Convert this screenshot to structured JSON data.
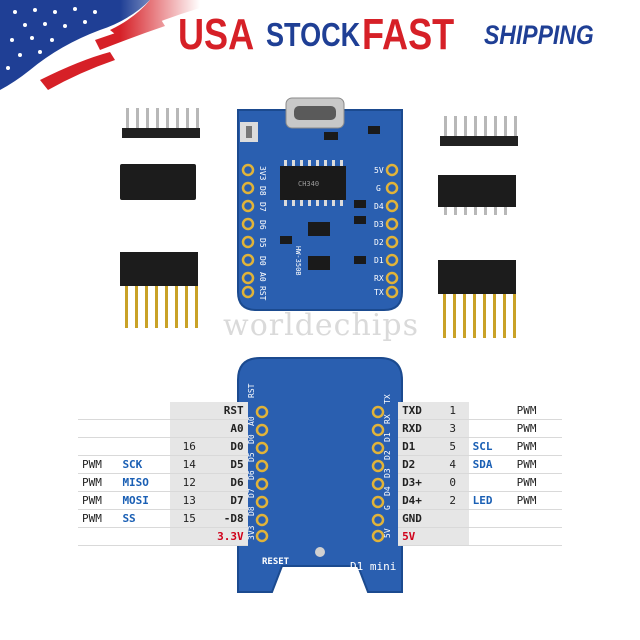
{
  "banner": {
    "word_usa": "USA",
    "word_stock": "STOCK",
    "word_fast": "FAST",
    "word_shipping": "SHIPPING",
    "colors": {
      "red": "#d62027",
      "blue": "#1f3f95"
    }
  },
  "watermark": "worldechips",
  "board_top": {
    "chip_label": "CH340",
    "silk_label": "HW-350B",
    "left_pins": [
      "3V3",
      "D8",
      "D7",
      "D6",
      "D5",
      "D0",
      "A0",
      "RST"
    ],
    "right_pins": [
      "5V",
      "G",
      "D4",
      "D3",
      "D2",
      "D1",
      "RX",
      "TX"
    ]
  },
  "board_bottom": {
    "reset_label": "RESET",
    "model_label": "D1 mini",
    "left_pins": [
      "RST",
      "A0",
      "D0",
      "D5",
      "D6",
      "D7",
      "D8",
      "3V3"
    ],
    "right_pins": [
      "TX",
      "RX",
      "D1",
      "D2",
      "D3",
      "D4",
      "G",
      "5V"
    ]
  },
  "pin_table": {
    "left": [
      {
        "pwm": "",
        "func": "",
        "num": "",
        "name": "RST"
      },
      {
        "pwm": "",
        "func": "",
        "num": "",
        "name": "A0"
      },
      {
        "pwm": "",
        "func": "",
        "num": "16",
        "name": "D0"
      },
      {
        "pwm": "PWM",
        "func": "SCK",
        "num": "14",
        "name": "D5"
      },
      {
        "pwm": "PWM",
        "func": "MISO",
        "num": "12",
        "name": "D6"
      },
      {
        "pwm": "PWM",
        "func": "MOSI",
        "num": "13",
        "name": "D7"
      },
      {
        "pwm": "PWM",
        "func": "SS",
        "num": "15",
        "name": "-D8"
      },
      {
        "pwm": "",
        "func": "",
        "num": "",
        "name": "3.3V"
      }
    ],
    "right": [
      {
        "name": "TXD",
        "num": "1",
        "func": "",
        "pwm": "PWM"
      },
      {
        "name": "RXD",
        "num": "3",
        "func": "",
        "pwm": "PWM"
      },
      {
        "name": "D1",
        "num": "5",
        "func": "SCL",
        "pwm": "PWM"
      },
      {
        "name": "D2",
        "num": "4",
        "func": "SDA",
        "pwm": "PWM"
      },
      {
        "name": "D3+",
        "num": "0",
        "func": "",
        "pwm": "PWM"
      },
      {
        "name": "D4+",
        "num": "2",
        "func": "LED",
        "pwm": "PWM"
      },
      {
        "name": "GND",
        "num": "",
        "func": "",
        "pwm": ""
      },
      {
        "name": "5V",
        "num": "",
        "func": "",
        "pwm": ""
      }
    ]
  }
}
